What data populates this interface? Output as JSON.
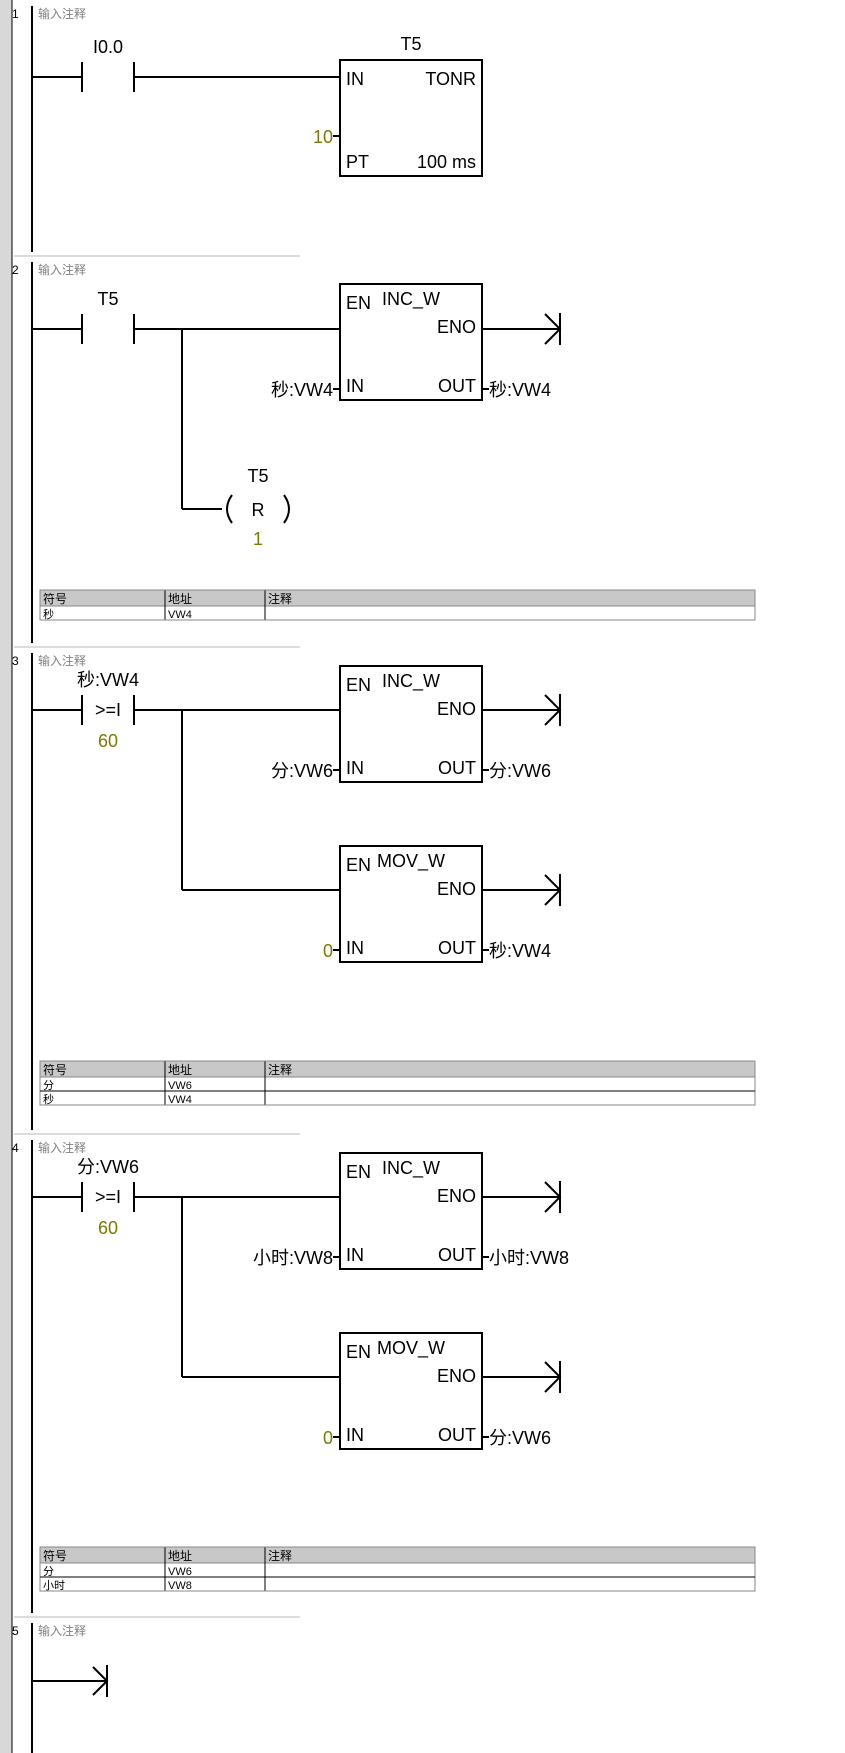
{
  "colors": {
    "line": "#000000",
    "constant": "#7a7a00",
    "comment": "#808080",
    "gutter": "#d8d8d8",
    "table_header": "#c8c8c8",
    "separator_fade": "#b8b8b8"
  },
  "networks": [
    {
      "number": "1",
      "comment": "输入注释",
      "elements": [
        {
          "kind": "contact",
          "label": "I0.0"
        },
        {
          "kind": "box",
          "title": "T5",
          "type_label": "TONR",
          "pin_top": "IN",
          "pin_bottom": "PT",
          "bottom_right": "100 ms",
          "input_value": "10"
        }
      ]
    },
    {
      "number": "2",
      "comment": "输入注释",
      "elements": [
        {
          "kind": "contact",
          "label": "T5"
        },
        {
          "kind": "box",
          "title": "INC_W",
          "pin_top": "EN",
          "pin_top_right": "ENO",
          "pin_bottom": "IN",
          "bottom_right": "OUT",
          "input_label": "秒:VW4",
          "output_label": "秒:VW4"
        },
        {
          "kind": "coil",
          "label": "T5",
          "letter": "R",
          "value": "1"
        }
      ],
      "symbol_table": {
        "headers": [
          "符号",
          "地址",
          "注释"
        ],
        "rows": [
          [
            "秒",
            "VW4",
            ""
          ]
        ]
      }
    },
    {
      "number": "3",
      "comment": "输入注释",
      "elements": [
        {
          "kind": "compare",
          "label": "秒:VW4",
          "op": ">=I",
          "value": "60"
        },
        {
          "kind": "box",
          "title": "INC_W",
          "pin_top": "EN",
          "pin_top_right": "ENO",
          "pin_bottom": "IN",
          "bottom_right": "OUT",
          "input_label": "分:VW6",
          "output_label": "分:VW6"
        },
        {
          "kind": "box",
          "title": "MOV_W",
          "pin_top": "EN",
          "pin_top_right": "ENO",
          "pin_bottom": "IN",
          "bottom_right": "OUT",
          "input_value": "0",
          "output_label": "秒:VW4"
        }
      ],
      "symbol_table": {
        "headers": [
          "符号",
          "地址",
          "注释"
        ],
        "rows": [
          [
            "分",
            "VW6",
            ""
          ],
          [
            "秒",
            "VW4",
            ""
          ]
        ]
      }
    },
    {
      "number": "4",
      "comment": "输入注释",
      "elements": [
        {
          "kind": "compare",
          "label": "分:VW6",
          "op": ">=I",
          "value": "60"
        },
        {
          "kind": "box",
          "title": "INC_W",
          "pin_top": "EN",
          "pin_top_right": "ENO",
          "pin_bottom": "IN",
          "bottom_right": "OUT",
          "input_label": "小时:VW8",
          "output_label": "小时:VW8"
        },
        {
          "kind": "box",
          "title": "MOV_W",
          "pin_top": "EN",
          "pin_top_right": "ENO",
          "pin_bottom": "IN",
          "bottom_right": "OUT",
          "input_value": "0",
          "output_label": "分:VW6"
        }
      ],
      "symbol_table": {
        "headers": [
          "符号",
          "地址",
          "注释"
        ],
        "rows": [
          [
            "分",
            "VW6",
            ""
          ],
          [
            "小时",
            "VW8",
            ""
          ]
        ]
      }
    },
    {
      "number": "5",
      "comment": "输入注释",
      "elements": []
    }
  ]
}
